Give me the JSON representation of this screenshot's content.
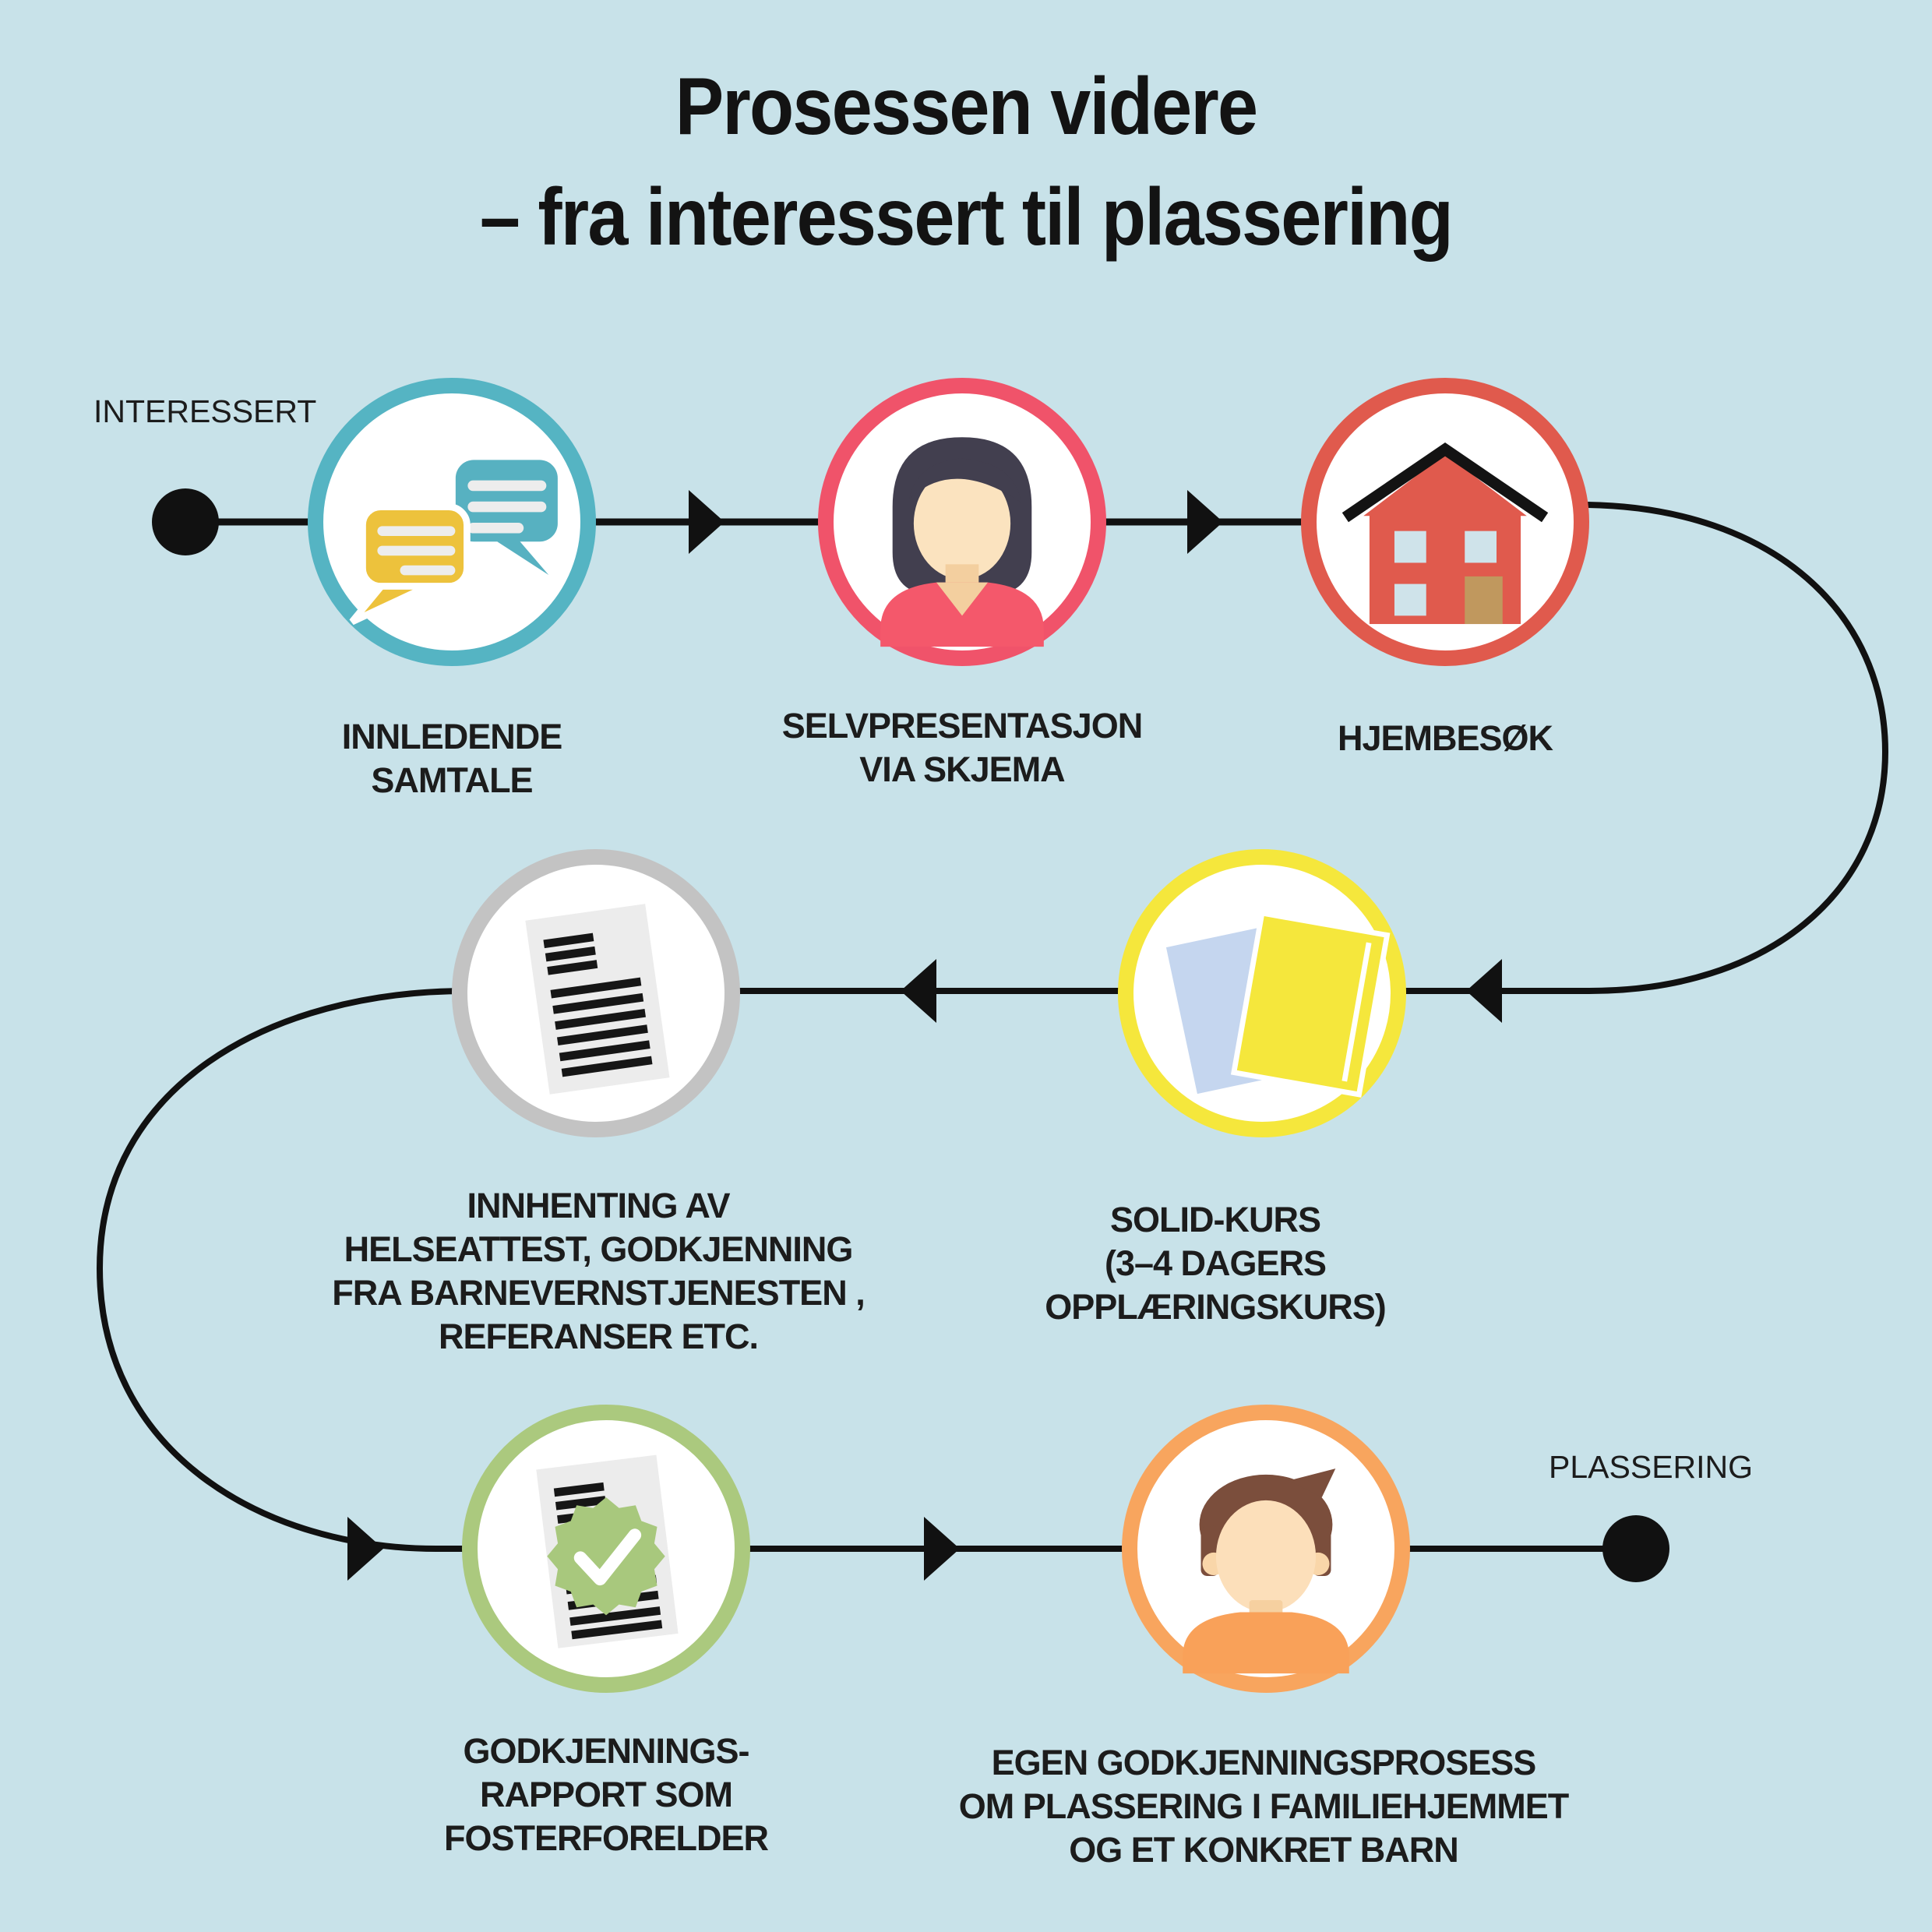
{
  "title": {
    "line1": "Prosessen videre",
    "line2": "– fra interessert til plassering"
  },
  "flow": {
    "start_label": "INTERESSERT",
    "end_label": "PLASSERING",
    "steps": [
      {
        "id": "innledende-samtale",
        "label": "INNLEDENDE\nSAMTALE",
        "icon": "chat-bubbles-icon",
        "ring_color": "#55b4c3"
      },
      {
        "id": "selvpresentasjon-via-skjema",
        "label": "SELVPRESENTASJON\nVIA SKJEMA",
        "icon": "woman-avatar-icon",
        "ring_color": "#f0536a"
      },
      {
        "id": "hjembesok",
        "label": "HJEMBESØK",
        "icon": "house-icon",
        "ring_color": "#e05a4d"
      },
      {
        "id": "solid-kurs",
        "label": "SOLID-KURS\n(3–4 DAGERS\nOPPLÆRINGSKURS)",
        "icon": "booklets-icon",
        "ring_color": "#f5e73c"
      },
      {
        "id": "innhenting-av-dokumentasjon",
        "label": "INNHENTING AV\nHELSEATTEST, GODKJENNING\nFRA BARNEVERNSTJENESTEN ,\nREFERANSER ETC.",
        "icon": "document-icon",
        "ring_color": "#c3c3c3"
      },
      {
        "id": "godkjenningsrapport",
        "label": "GODKJENNINGS-\nRAPPORT SOM\nFOSTERFORELDER",
        "icon": "approved-document-icon",
        "ring_color": "#abc97e"
      },
      {
        "id": "egen-godkjenningsprosess",
        "label": "EGEN GODKJENNINGSPROSESS\nOM PLASSERING I FAMILIEHJEMMET\nOG ET KONKRET BARN",
        "icon": "boy-avatar-icon",
        "ring_color": "#f8a55e"
      }
    ]
  },
  "colors": {
    "background": "#c8e2e9",
    "connector": "#111111",
    "text": "#1c1c1c"
  }
}
